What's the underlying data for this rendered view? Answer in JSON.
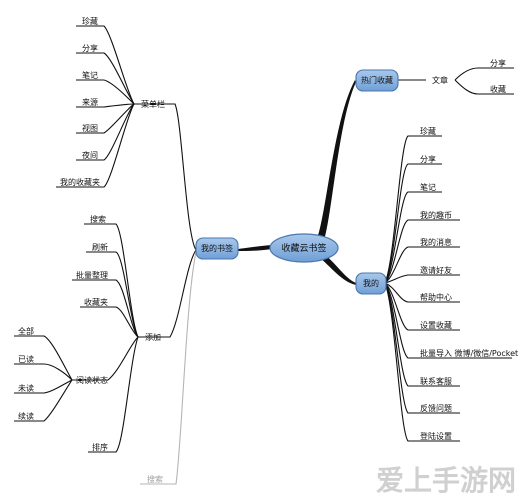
{
  "center": {
    "label": "收藏云书签"
  },
  "left_main": {
    "label": "我的书签"
  },
  "right_top": {
    "label": "热门收藏"
  },
  "right_bottom": {
    "label": "我的"
  },
  "menu_bar": {
    "label": "菜单栏",
    "items": [
      "珍藏",
      "分享",
      "笔记",
      "来源",
      "视图",
      "夜间",
      "我的收藏夹"
    ]
  },
  "add": {
    "label": "添加",
    "items": [
      "搜索",
      "刷新",
      "批量整理",
      "收藏夹",
      "排序"
    ],
    "read_status": {
      "label": "阅读状态",
      "items": [
        "全部",
        "已读",
        "未读",
        "续读"
      ]
    }
  },
  "search_gray": {
    "label": "搜索"
  },
  "article": {
    "label": "文章",
    "items": [
      "分享",
      "收藏"
    ]
  },
  "mine": {
    "items": [
      "珍藏",
      "分享",
      "笔记",
      "我的趣币",
      "我的消息",
      "邀请好友",
      "帮助中心",
      "设置收藏",
      "批量导入 微博/微信/Pocket",
      "联系客服",
      "反馈问题",
      "登陆设置"
    ]
  },
  "watermark": {
    "text": "爱上手游网"
  },
  "colors": {
    "node_fill": "#7eaadb",
    "node_stroke": "#4b77ad",
    "line": "#111111",
    "gray_line": "#b5b5b5",
    "watermark": "#d0d0d0"
  }
}
